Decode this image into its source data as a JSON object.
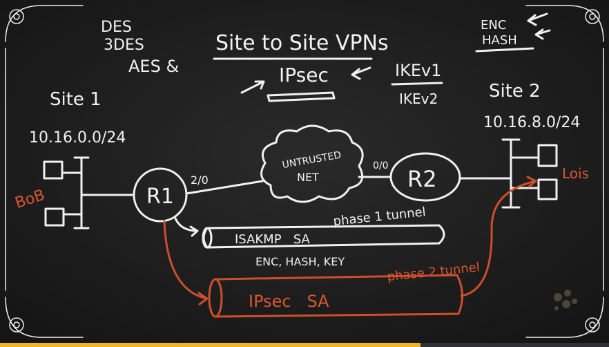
{
  "title": "Site to Site VPNs",
  "protocol": "IPsec",
  "ike_versions": [
    "IKEv1",
    "IKEv2"
  ],
  "ciphers": [
    "DES",
    "3DES",
    "AES &"
  ],
  "phase1_attrs": [
    "ENC",
    "HASH"
  ],
  "site1": {
    "label": "Site 1",
    "subnet": "10.16.0.0/24",
    "user": "BoB"
  },
  "site2": {
    "label": "Site 2",
    "subnet": "10.16.8.0/24",
    "user": "Lois"
  },
  "routers": {
    "r1": "R1",
    "r2": "R2",
    "r1_port": "2/0",
    "r2_port": "0/0"
  },
  "cloud": {
    "line1": "UNTRUSTED",
    "line2": "NET"
  },
  "tunnel1": {
    "caption": "phase 1 tunnel",
    "label": "ISAKMP   SA",
    "detail": "ENC, HASH, KEY"
  },
  "tunnel2": {
    "caption": "phase 2 tunnel",
    "label": "IPsec   SA"
  },
  "colors": {
    "board": "#1c1c1c",
    "chalk": "#f2f2f2",
    "red_chalk": "#d9572f",
    "progress": "#f2b51d",
    "progress_track": "#2f2f36"
  },
  "progress": 0.69
}
